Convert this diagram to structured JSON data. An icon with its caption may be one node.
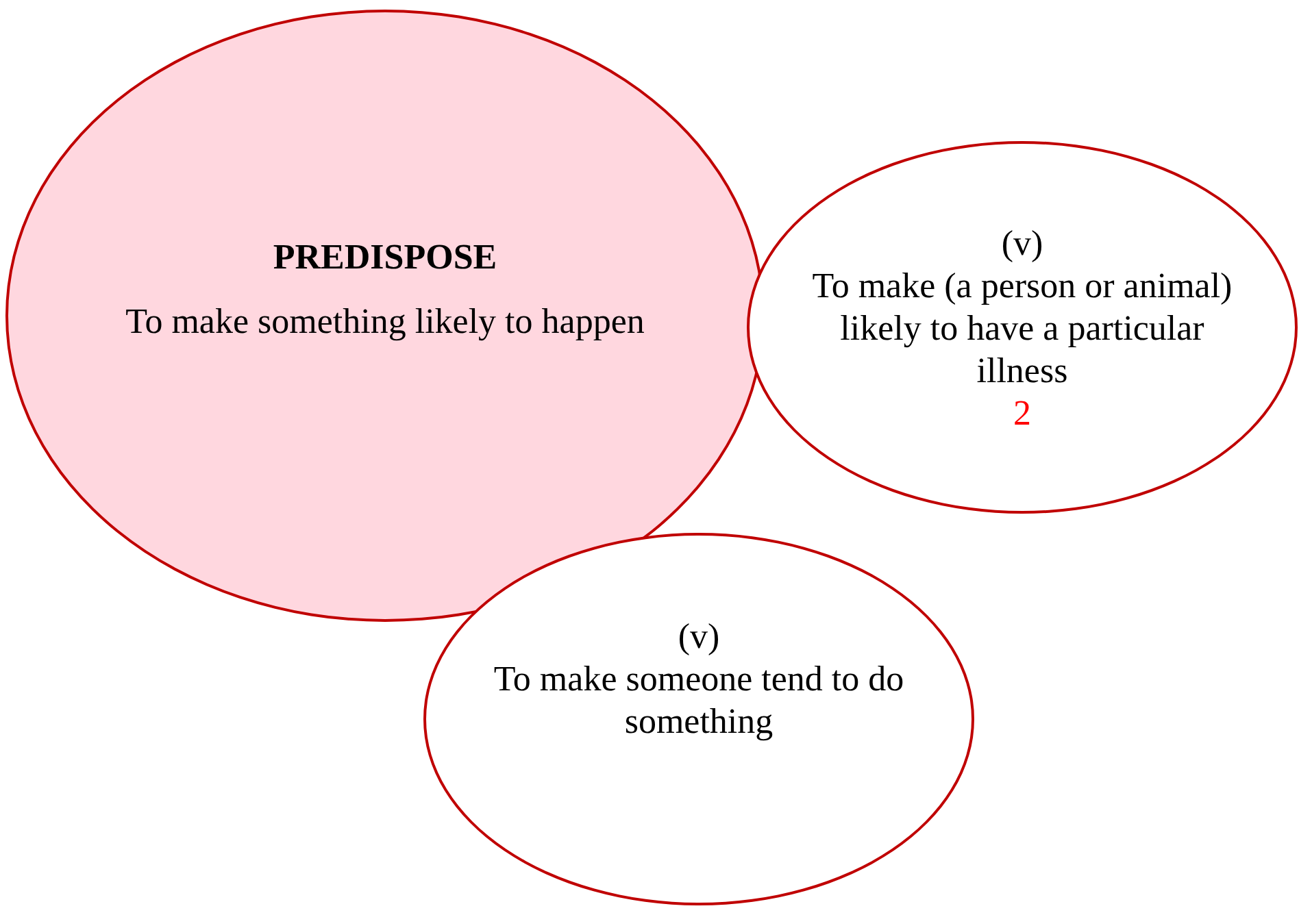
{
  "diagram": {
    "nodes": [
      {
        "text": [
          "PREDISPOSE",
          "To make something likely to happen"
        ]
      },
      {
        "text": [
          "(v)",
          "To make (a person or animal) likely to have a particular illness",
          "2"
        ]
      },
      {
        "text": [
          "(v)",
          "To make someone tend to do something"
        ]
      }
    ]
  }
}
